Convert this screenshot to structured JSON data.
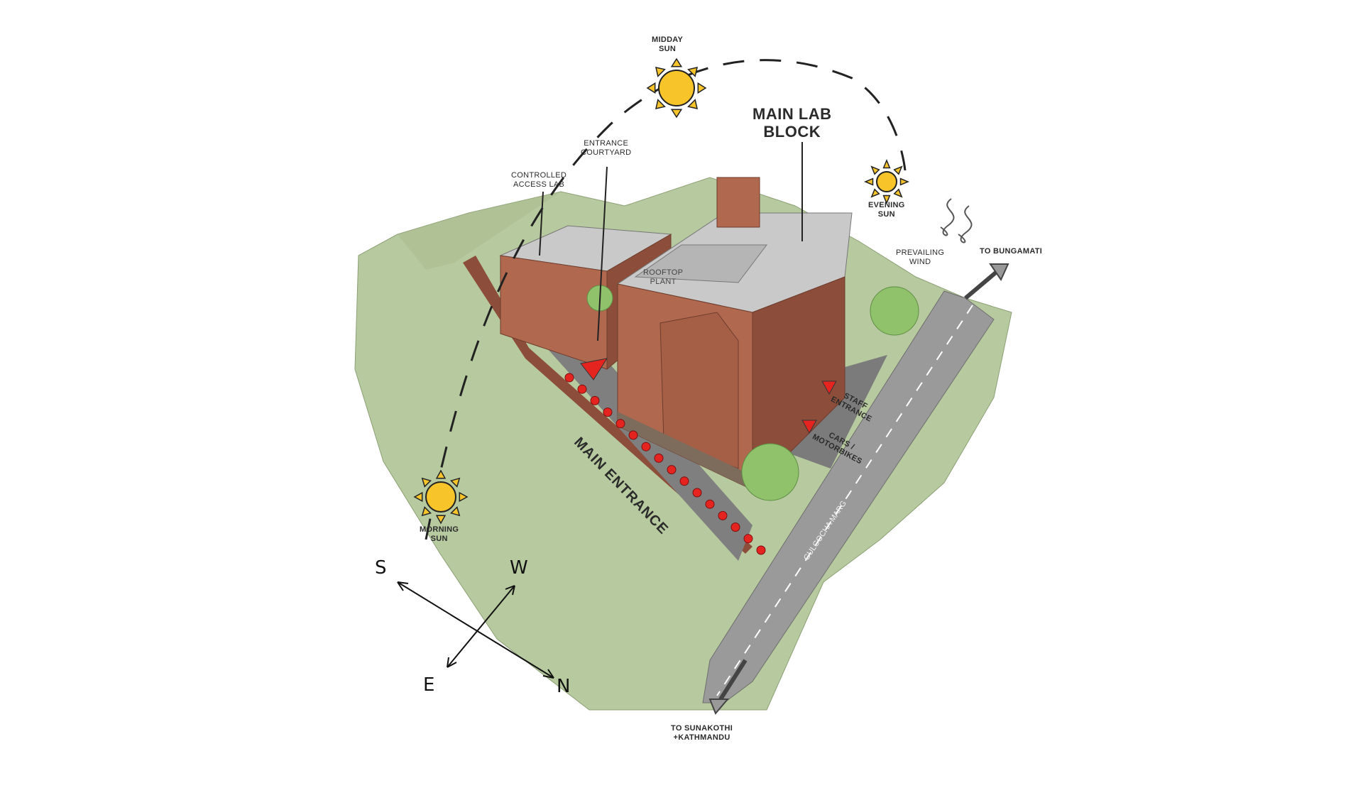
{
  "colors": {
    "ground": "#b7c99e",
    "ground_dark": "#a7b98c",
    "road": "#9a9a9a",
    "brick": "#b0684f",
    "brick_dark": "#8c4e3a",
    "roof": "#c9c9c9",
    "sun": "#f7c52a",
    "marker": "#e5231f",
    "tree": "#8fc26a"
  },
  "sun_labels": {
    "midday": [
      "MIDDAY",
      "SUN"
    ],
    "evening": [
      "EVENING",
      "SUN"
    ],
    "morning": [
      "MORNING",
      "SUN"
    ]
  },
  "building_labels": {
    "main_lab": [
      "MAIN LAB",
      "BLOCK"
    ],
    "controlled_access": [
      "CONTROLLED",
      "ACCESS LAB"
    ],
    "entrance_courtyard": [
      "ENTRANCE",
      "COURTYARD"
    ],
    "rooftop_plant": [
      "ROOFTOP",
      "PLANT"
    ]
  },
  "wind_label": [
    "PREVAILING",
    "WIND"
  ],
  "directions": {
    "to_bungamati": "TO BUNGAMATI",
    "to_sunakothi": [
      "TO SUNAKOTHI",
      "+KATHMANDU"
    ]
  },
  "entrances": {
    "main": "MAIN ENTRANCE",
    "staff": [
      "STAFF",
      "ENTRANCE"
    ],
    "cars": [
      "CARS /",
      "MOTORBIKES"
    ]
  },
  "road_name": "GULGOCHA MARG",
  "compass": {
    "s": "S",
    "w": "W",
    "e": "E",
    "n": "N"
  }
}
